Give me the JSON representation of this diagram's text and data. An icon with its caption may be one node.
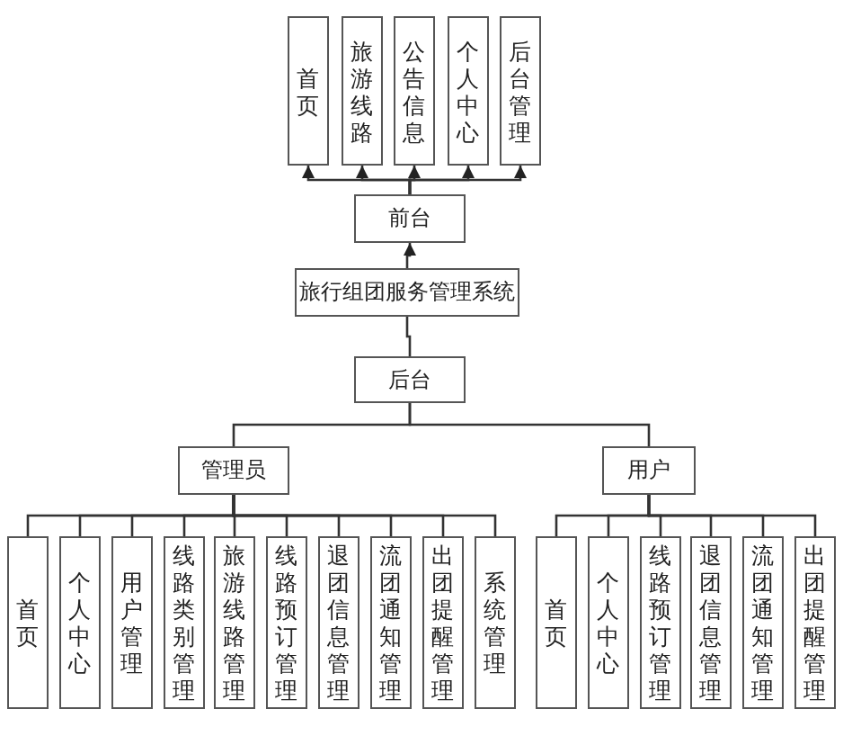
{
  "diagram": {
    "nodes": [
      {
        "text": [
          "首页"
        ]
      },
      {
        "text": [
          "旅游线路"
        ]
      },
      {
        "text": [
          "公告信息"
        ]
      },
      {
        "text": [
          "个人中心"
        ]
      },
      {
        "text": [
          "后台管理"
        ]
      },
      {
        "text": [
          "前台"
        ]
      },
      {
        "text": [
          "旅行组团服务管理系统"
        ]
      },
      {
        "text": [
          "后台"
        ]
      },
      {
        "text": [
          "管理员"
        ]
      },
      {
        "text": [
          "用户"
        ]
      },
      {
        "text": [
          "首页"
        ]
      },
      {
        "text": [
          "个人中心"
        ]
      },
      {
        "text": [
          "用户管理"
        ]
      },
      {
        "text": [
          "线路类别管理"
        ]
      },
      {
        "text": [
          "旅游线路管理"
        ]
      },
      {
        "text": [
          "线路预订管理"
        ]
      },
      {
        "text": [
          "退团信息管理"
        ]
      },
      {
        "text": [
          "流团通知管理"
        ]
      },
      {
        "text": [
          "出团提醒管理"
        ]
      },
      {
        "text": [
          "系统管理"
        ]
      },
      {
        "text": [
          "首页"
        ]
      },
      {
        "text": [
          "个人中心"
        ]
      },
      {
        "text": [
          "线路预订管理"
        ]
      },
      {
        "text": [
          "退团信息管理"
        ]
      },
      {
        "text": [
          "流团通知管理"
        ]
      },
      {
        "text": [
          "出团提醒管理"
        ]
      }
    ],
    "edges": [
      {
        "from": 6,
        "to": 5,
        "arrow": "to"
      },
      {
        "from": 5,
        "to": 0,
        "arrow": "to"
      },
      {
        "from": 5,
        "to": 1,
        "arrow": "to"
      },
      {
        "from": 5,
        "to": 2,
        "arrow": "to"
      },
      {
        "from": 5,
        "to": 3,
        "arrow": "to"
      },
      {
        "from": 5,
        "to": 4,
        "arrow": "to"
      },
      {
        "from": 6,
        "to": 7,
        "arrow": "none"
      },
      {
        "from": 7,
        "to": 8,
        "arrow": "none"
      },
      {
        "from": 7,
        "to": 9,
        "arrow": "none"
      },
      {
        "from": 8,
        "to": 10,
        "arrow": "none"
      },
      {
        "from": 8,
        "to": 11,
        "arrow": "none"
      },
      {
        "from": 8,
        "to": 12,
        "arrow": "none"
      },
      {
        "from": 8,
        "to": 13,
        "arrow": "none"
      },
      {
        "from": 8,
        "to": 14,
        "arrow": "none"
      },
      {
        "from": 8,
        "to": 15,
        "arrow": "none"
      },
      {
        "from": 8,
        "to": 16,
        "arrow": "none"
      },
      {
        "from": 8,
        "to": 17,
        "arrow": "none"
      },
      {
        "from": 8,
        "to": 18,
        "arrow": "none"
      },
      {
        "from": 8,
        "to": 19,
        "arrow": "none"
      },
      {
        "from": 9,
        "to": 20,
        "arrow": "none"
      },
      {
        "from": 9,
        "to": 21,
        "arrow": "none"
      },
      {
        "from": 9,
        "to": 22,
        "arrow": "none"
      },
      {
        "from": 9,
        "to": 23,
        "arrow": "none"
      },
      {
        "from": 9,
        "to": 24,
        "arrow": "none"
      },
      {
        "from": 9,
        "to": 25,
        "arrow": "none"
      }
    ]
  }
}
